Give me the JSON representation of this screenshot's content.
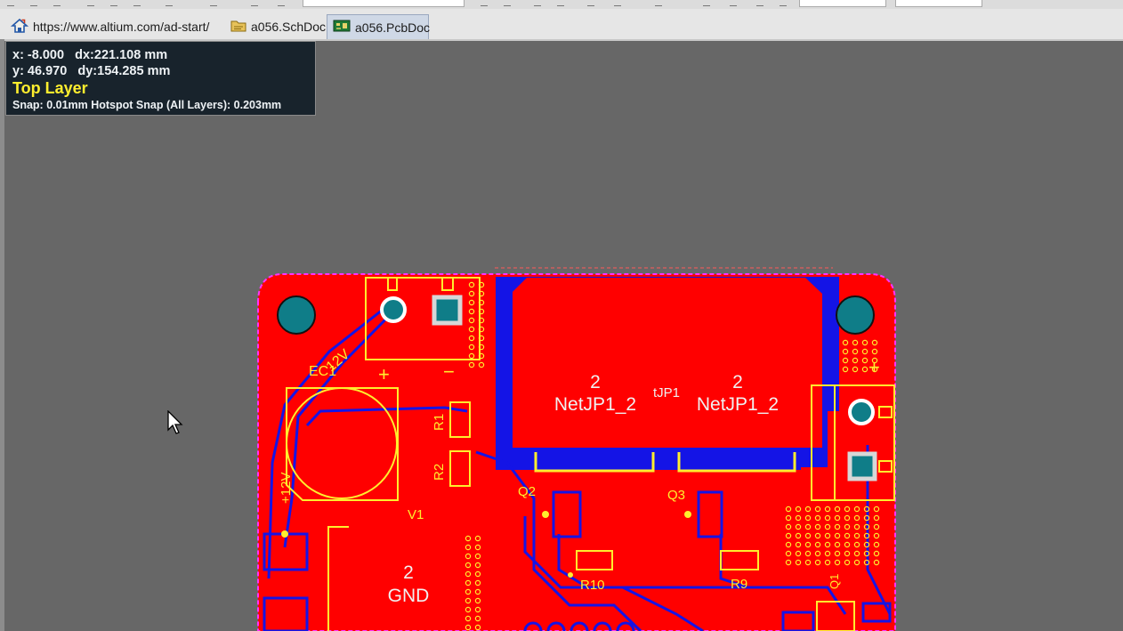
{
  "tabs": [
    {
      "label": "https://www.altium.com/ad-start/",
      "icon": "home-icon",
      "active": false
    },
    {
      "label": "a056.SchDoc",
      "icon": "schematic-doc-icon",
      "active": false
    },
    {
      "label": "a056.PcbDoc",
      "icon": "pcb-doc-icon",
      "active": true
    }
  ],
  "hud": {
    "x": "x: -8.000",
    "dx": "dx:221.108 mm",
    "y": "y: 46.970",
    "dy": "dy:154.285 mm",
    "layer": "Top Layer",
    "snap": "Snap: 0.01mm Hotspot Snap (All Layers): 0.203mm"
  },
  "pcb": {
    "labels": {
      "ec1": "EC1",
      "v12": "12V",
      "plus": "+",
      "minus": "−",
      "r1": "R1",
      "r2": "R2",
      "q2": "Q2",
      "q3": "Q3",
      "v1": "V1",
      "v12_rot": "+12V",
      "r10": "R10",
      "r9": "R9",
      "net_num_left": "2",
      "net_left": "NetJP1_2",
      "jp1": "tJP1",
      "net_num_right": "2",
      "net_right": "NetJP1_2",
      "plus_right": "+",
      "gnd_num": "2",
      "gnd": "GND",
      "q1": "Q1"
    },
    "colors": {
      "board": "#ff0000",
      "traces": "#1414e6",
      "silkscreen": "#ffee2e",
      "outline": "#ff33ff",
      "pad": "#0f7d88",
      "canvas": "#676767"
    }
  }
}
